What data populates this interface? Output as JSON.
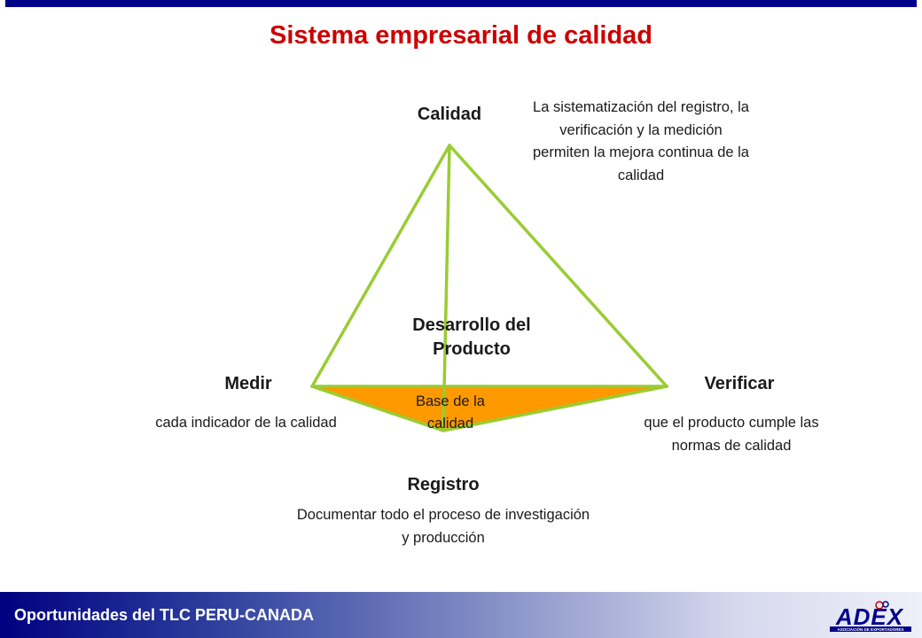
{
  "title": "Sistema empresarial de calidad",
  "diagram": {
    "apex_label": "Calidad",
    "apex_description": "La sistematización del registro, la verificación y la medición permiten la mejora continua de la calidad",
    "center_label": "Desarrollo del Producto",
    "base_label": "Base de la calidad",
    "left_label": "Medir",
    "left_description": "cada indicador de la calidad",
    "right_label": "Verificar",
    "right_description": "que el producto cumple las normas de calidad",
    "bottom_label": "Registro",
    "bottom_description": "Documentar todo el proceso de investigación y producción",
    "line_color": "#99cc33",
    "base_fill_color": "#ff9900"
  },
  "footer": {
    "text": "Oportunidades del TLC PERU-CANADA",
    "logo_text": "ADEX",
    "logo_subtext": "ASOCIACIÓN DE EXPORTADORES"
  }
}
